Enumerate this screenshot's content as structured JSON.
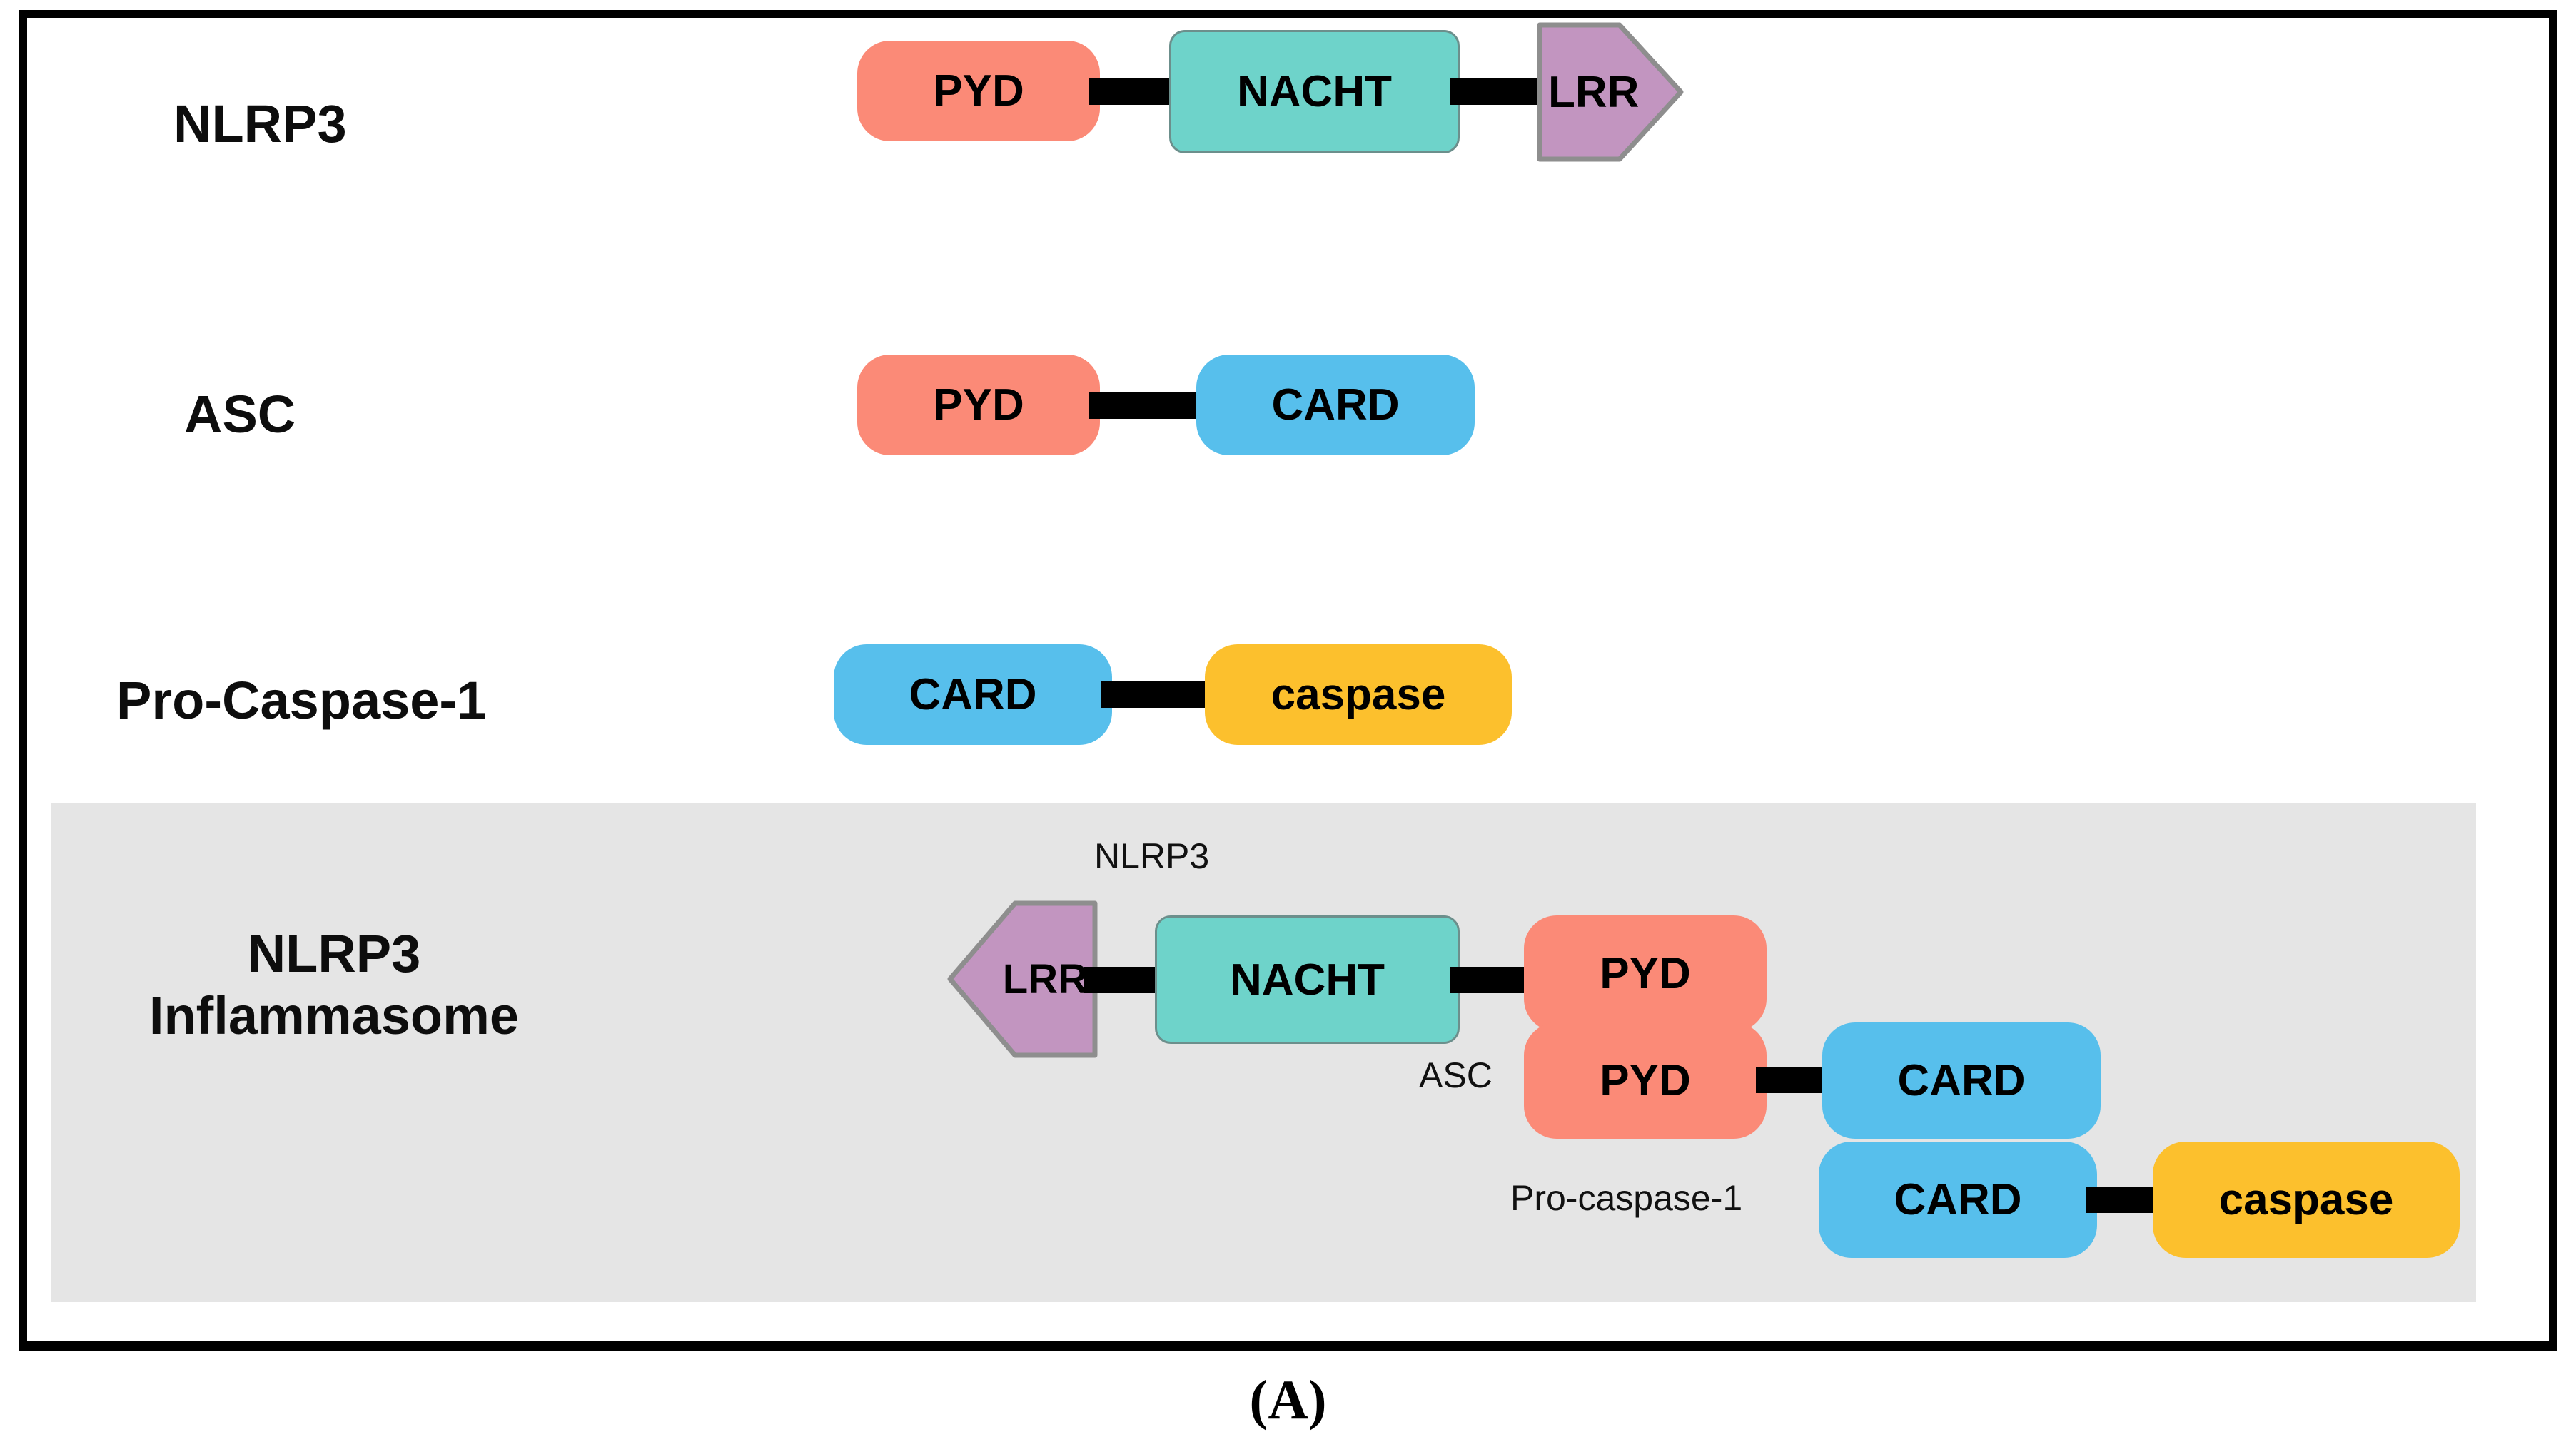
{
  "figure": {
    "caption": "(A)",
    "panel_background": "#e5e5e5",
    "border_color": "#000000"
  },
  "palette": {
    "pyd": "#fb8a77",
    "card": "#57bfec",
    "caspase": "#fcc02d",
    "nacht": "#6ed3ca",
    "lrr": "#c295c0",
    "linker": "#000000",
    "panel_gray": "#e5e5e5"
  },
  "rows": [
    {
      "id": "nlrp3",
      "label": "NLRP3",
      "domains": [
        {
          "name": "PYD",
          "color_key": "pyd",
          "shape": "rounded-rect"
        },
        {
          "name": "NACHT",
          "color_key": "nacht",
          "shape": "rounded-rect-outlined"
        },
        {
          "name": "LRR",
          "color_key": "lrr",
          "shape": "pentagon-right"
        }
      ]
    },
    {
      "id": "asc",
      "label": "ASC",
      "domains": [
        {
          "name": "PYD",
          "color_key": "pyd",
          "shape": "rounded-rect"
        },
        {
          "name": "CARD",
          "color_key": "card",
          "shape": "rounded-rect"
        }
      ]
    },
    {
      "id": "pro-caspase-1",
      "label": "Pro-Caspase-1",
      "domains": [
        {
          "name": "CARD",
          "color_key": "card",
          "shape": "rounded-rect"
        },
        {
          "name": "caspase",
          "color_key": "caspase",
          "shape": "rounded-rect"
        }
      ]
    }
  ],
  "inflammasome": {
    "label_line1": "NLRP3",
    "label_line2": "Inflammasome",
    "chains": [
      {
        "id": "nlrp3-chain",
        "tag": "NLRP3",
        "tag_position": "above",
        "domains": [
          {
            "name": "LRR",
            "color_key": "lrr",
            "shape": "pentagon-left"
          },
          {
            "name": "NACHT",
            "color_key": "nacht",
            "shape": "rounded-rect-outlined"
          },
          {
            "name": "PYD",
            "color_key": "pyd",
            "shape": "rounded-rect"
          }
        ]
      },
      {
        "id": "asc-chain",
        "tag": "ASC",
        "tag_position": "left",
        "domains": [
          {
            "name": "PYD",
            "color_key": "pyd",
            "shape": "rounded-rect"
          },
          {
            "name": "CARD",
            "color_key": "card",
            "shape": "rounded-rect"
          }
        ]
      },
      {
        "id": "pro-caspase-1-chain",
        "tag": "Pro-caspase-1",
        "tag_position": "left",
        "domains": [
          {
            "name": "CARD",
            "color_key": "card",
            "shape": "rounded-rect"
          },
          {
            "name": "caspase",
            "color_key": "caspase",
            "shape": "rounded-rect"
          }
        ]
      }
    ]
  }
}
